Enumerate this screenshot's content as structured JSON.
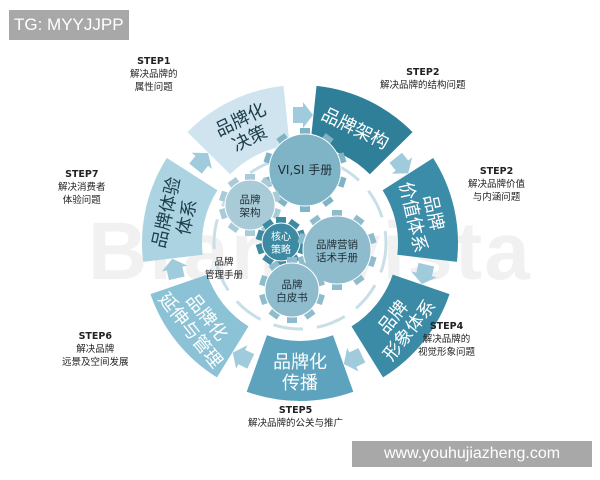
{
  "badges": {
    "tg": "TG: MYYJJPP",
    "url": "www.youhujiazheng.com"
  },
  "watermark": "Brandvista",
  "segments": [
    {
      "line1": "品牌化",
      "line2": "决策",
      "color": "#cfe4ee",
      "text_color": "#1d3d4a"
    },
    {
      "line1": "品牌架构",
      "line2": "",
      "color": "#2f7f98",
      "text_color": "#ffffff"
    },
    {
      "line1": "品牌",
      "line2": "价值体系",
      "color": "#3a8ca8",
      "text_color": "#ffffff"
    },
    {
      "line1": "品牌",
      "line2": "形象体系",
      "color": "#3b8ba6",
      "text_color": "#ffffff"
    },
    {
      "line1": "品牌化",
      "line2": "传播",
      "color": "#5da3bd",
      "text_color": "#ffffff"
    },
    {
      "line1": "品牌化",
      "line2": "延伸与管理",
      "color": "#8cc2d5",
      "text_color": "#ffffff"
    },
    {
      "line1": "品牌体验",
      "line2": "体系",
      "color": "#acd3e1",
      "text_color": "#1d3d4a"
    }
  ],
  "arrow_color": "#9fcbdc",
  "notes": [
    {
      "step": "STEP1",
      "lines": [
        "解决品牌的",
        "属性问题"
      ]
    },
    {
      "step": "STEP2",
      "lines": [
        "解决品牌的结构问题"
      ]
    },
    {
      "step": "STEP2",
      "lines": [
        "解决品牌价值",
        "与内涵问题"
      ]
    },
    {
      "step": "STEP4",
      "lines": [
        "解决品牌的",
        "视觉形象问题"
      ]
    },
    {
      "step": "STEP5",
      "lines": [
        "解决品牌的公关与推广"
      ]
    },
    {
      "step": "STEP6",
      "lines": [
        "解决品牌",
        "远景及空间发展"
      ]
    },
    {
      "step": "STEP7",
      "lines": [
        "解决消费者",
        "体验问题"
      ]
    }
  ],
  "gears": [
    {
      "line1": "VI,SI 手册",
      "line2": "",
      "color": "#7fb3c6"
    },
    {
      "line1": "品牌",
      "line2": "架构",
      "color": "#a9cbd8"
    },
    {
      "line1": "核心",
      "line2": "策略",
      "color": "#3f8aa3"
    },
    {
      "line1": "品牌营销",
      "line2": "话术手册",
      "color": "#8fbccd"
    },
    {
      "line1": "品牌",
      "line2": "白皮书",
      "color": "#8fbccd"
    }
  ],
  "manual_label": {
    "line1": "品牌",
    "line2": "管理手册"
  }
}
